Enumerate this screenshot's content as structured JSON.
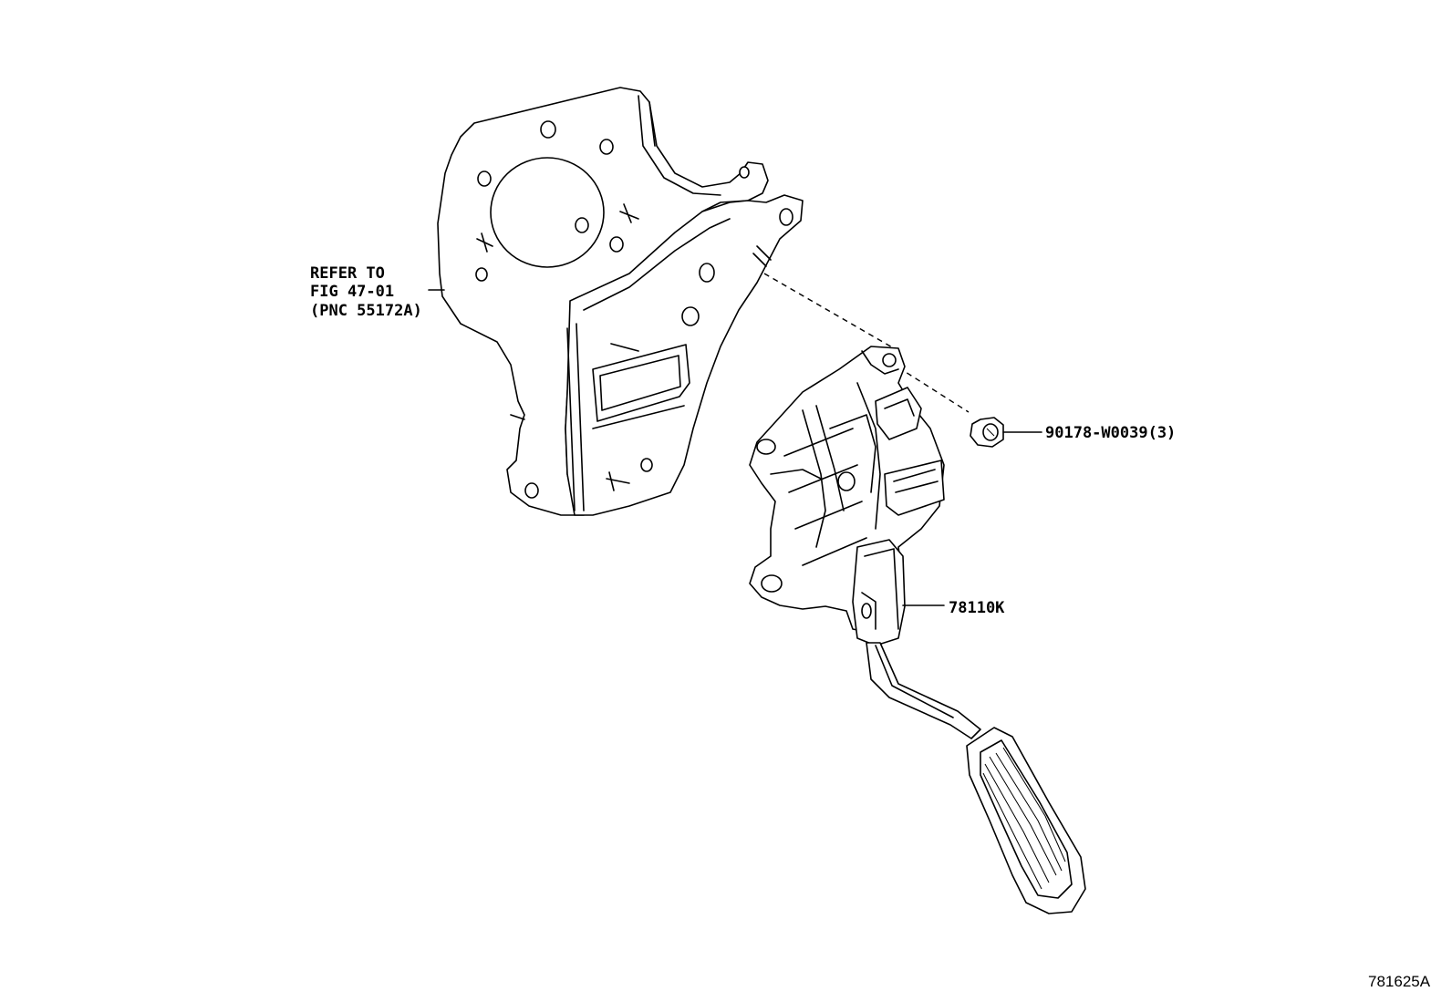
{
  "diagram": {
    "callouts": {
      "bracket_ref": [
        "REFER TO",
        "FIG 47-01",
        "(PNC 55172A)"
      ],
      "nut": "90178-W0039(3)",
      "pedal": "78110K"
    },
    "figure_id": "781625A",
    "parts": [
      "pedal-bracket",
      "accelerator-pedal-assembly",
      "nut"
    ]
  }
}
